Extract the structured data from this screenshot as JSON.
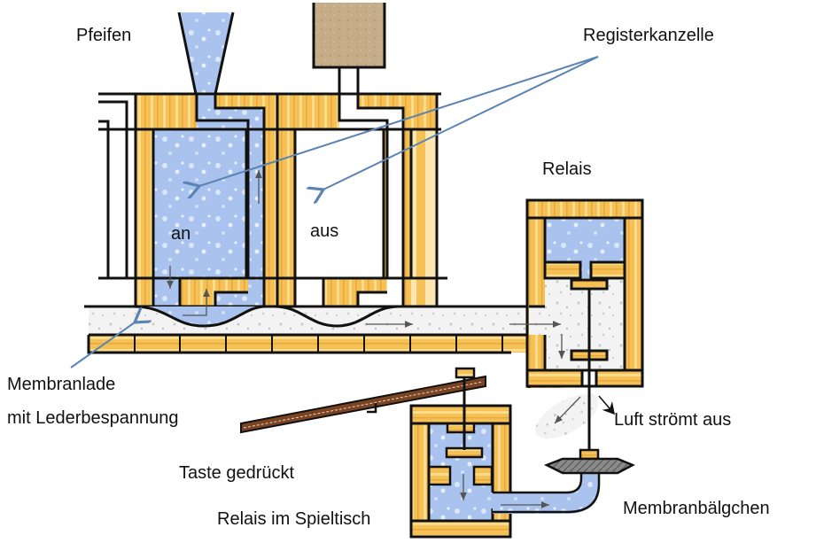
{
  "diagram": {
    "title": "Membranlade mit Relaissteuerung",
    "labels": {
      "pipes": "Pfeifen",
      "register_channel": "Registerkanzelle",
      "relay": "Relais",
      "on": "an",
      "off": "aus",
      "membrane_chest": "Membranlade",
      "membrane_chest_line2": "mit Lederbespannung",
      "key_pressed": "Taste gedrückt",
      "air_out": "Luft strömt aus",
      "console_relay": "Relais im Spieltisch",
      "membrane_bellows": "Membranbälgchen"
    },
    "colors": {
      "wood": "#f5c156",
      "wood_light": "#fbdf8e",
      "wood_grain": "#e4a332",
      "air_pressure": "#a9c3ee",
      "air_light": "#d7e3f7",
      "exhaust": "#d8d8d8",
      "outline": "#111111",
      "pointer": "#5b83b4",
      "key": "#7a4422",
      "box": "#c2ab86",
      "bellows": "#777777"
    }
  }
}
